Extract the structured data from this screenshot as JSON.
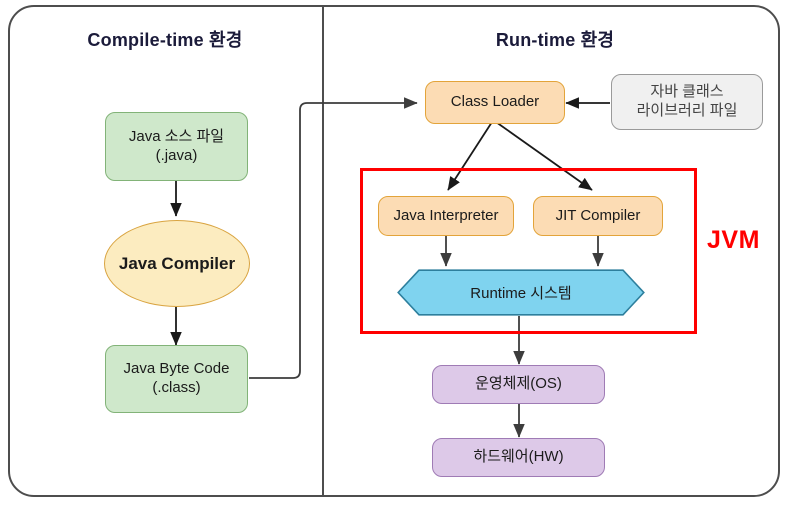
{
  "diagram": {
    "title_left": "Compile-time 환경",
    "title_right": "Run-time 환경",
    "jvm_label": "JVM",
    "colors": {
      "frame": "#4d4d4d",
      "green_fill": "#cfe8cb",
      "green_border": "#82b378",
      "orange_fill": "#fcdcb4",
      "orange_border": "#e3a43a",
      "ellipse_fill": "#fcecc0",
      "ellipse_border": "#d9a441",
      "gray_fill": "#f0f0f0",
      "gray_border": "#9a9a9a",
      "purple_fill": "#ddc9e8",
      "purple_border": "#9f7bb5",
      "hex_fill": "#7fd3ef",
      "hex_border": "#2d7f9d",
      "jvm_red": "#ff0000",
      "edge": "#3d3d3d"
    },
    "nodes": {
      "java_source_line1": "Java 소스 파일",
      "java_source_line2": "(.java)",
      "java_compiler": "Java Compiler",
      "java_bytecode_line1": "Java Byte Code",
      "java_bytecode_line2": "(.class)",
      "class_loader": "Class Loader",
      "class_library_line1": "자바 클래스",
      "class_library_line2": "라이브러리 파일",
      "java_interpreter": "Java Interpreter",
      "jit_compiler": "JIT Compiler",
      "runtime_system": "Runtime 시스템",
      "operating_system": "운영체제(OS)",
      "hardware": "하드웨어(HW)"
    }
  }
}
